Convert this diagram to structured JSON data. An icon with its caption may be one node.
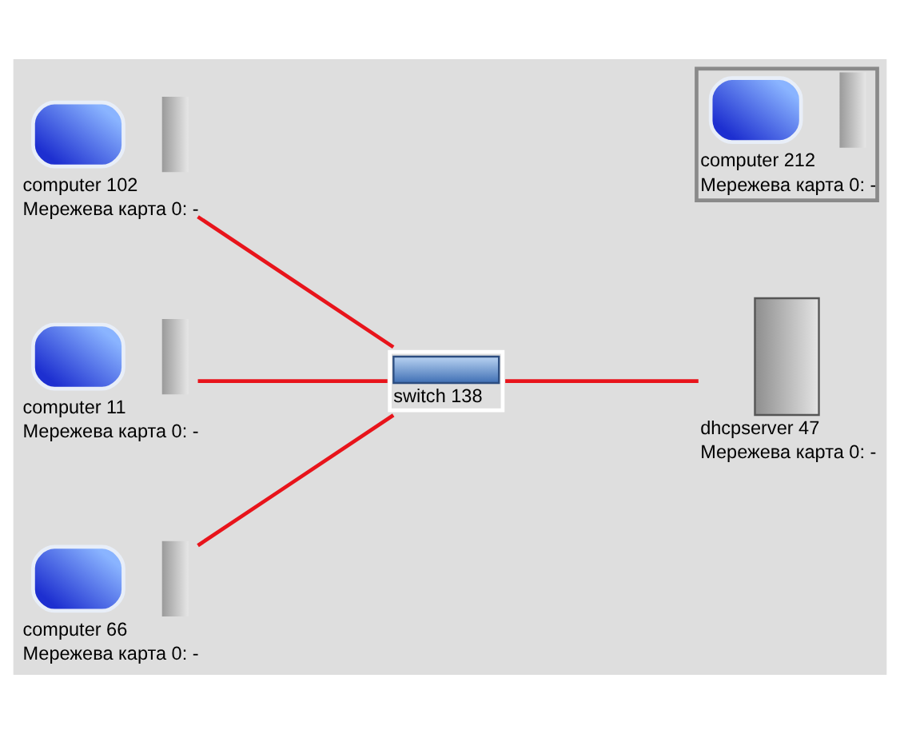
{
  "diagram": {
    "nodes": [
      {
        "text": [
          "computer 102",
          "Мережева карта 0: -"
        ]
      },
      {
        "text": [
          "computer 11",
          "Мережева карта 0: -"
        ]
      },
      {
        "text": [
          "computer 66",
          "Мережева карта 0: -"
        ]
      },
      {
        "text": [
          "switch 138"
        ]
      },
      {
        "text": [
          "dhcpserver 47",
          "Мережева карта 0: -"
        ]
      },
      {
        "text": [
          "computer 212",
          "Мережева карта 0: -"
        ]
      }
    ],
    "edges": [
      {
        "from": 0,
        "to": 3,
        "arrow": "none"
      },
      {
        "from": 1,
        "to": 3,
        "arrow": "none"
      },
      {
        "from": 2,
        "to": 3,
        "arrow": "none"
      },
      {
        "from": 3,
        "to": 4,
        "arrow": "none"
      }
    ]
  }
}
